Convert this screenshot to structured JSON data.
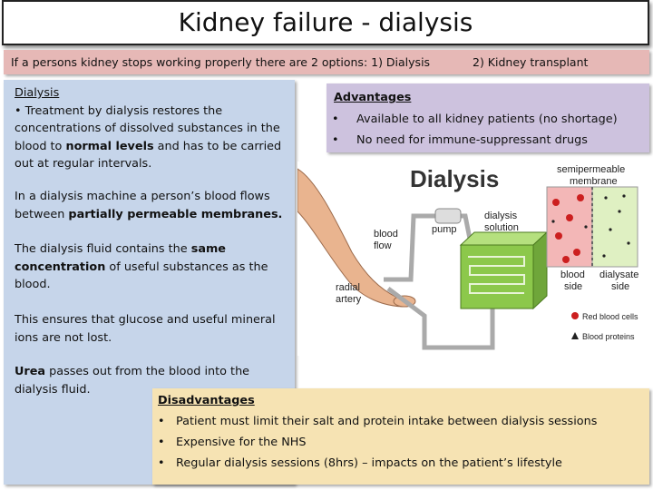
{
  "title": "Kidney failure - dialysis",
  "options": {
    "intro": "If a persons kidney stops working properly there are 2 options: 1) Dialysis",
    "option2": "2) Kidney transplant"
  },
  "dialysis_panel": {
    "heading": "Dialysis",
    "p1_start": "• Treatment by dialysis restores the concentrations of dissolved substances in the blood to ",
    "p1_bold": "normal levels",
    "p1_end": " and has to be carried out at regular intervals.",
    "p2_start": "In a dialysis machine a person’s blood flows between ",
    "p2_bold": "partially permeable membranes.",
    "p3_start": "The dialysis fluid contains the ",
    "p3_bold": "same concentration",
    "p3_end": " of useful substances as the blood.",
    "p4": "This ensures that glucose and useful mineral ions are not lost.",
    "p5_bold": "Urea",
    "p5_end": " passes out from the blood into the dialysis fluid."
  },
  "advantages": {
    "heading": "Advantages",
    "items": [
      "Available to all kidney patients (no shortage)",
      "No need for immune-suppressant drugs"
    ]
  },
  "disadvantages": {
    "heading": "Disadvantages",
    "items": [
      "Patient must limit their salt and protein intake between dialysis sessions",
      "Expensive for the NHS",
      "Regular dialysis sessions (8hrs) – impacts on the patient’s lifestyle"
    ]
  },
  "diagram": {
    "title": "Dialysis",
    "label_pump": "pump",
    "label_blood_flow_1": "blood",
    "label_blood_flow_2": "flow",
    "label_dialysis_solution_1": "dialysis",
    "label_dialysis_solution_2": "solution",
    "label_radial_1": "radial",
    "label_radial_2": "artery",
    "label_membrane_1": "semipermeable",
    "label_membrane_2": "membrane",
    "label_blood_side_1": "blood",
    "label_blood_side_2": "side",
    "label_dialysate_side_1": "dialysate",
    "label_dialysate_side_2": "side",
    "legend_red_cells": "Red blood cells",
    "legend_proteins": "Blood proteins",
    "colors": {
      "machine": "#8cc84b",
      "blood_side": "#f3b7b7",
      "dialysate_side": "#dff0c2",
      "red_cell": "#cc1f1f",
      "skin": "#e9b48f"
    }
  }
}
